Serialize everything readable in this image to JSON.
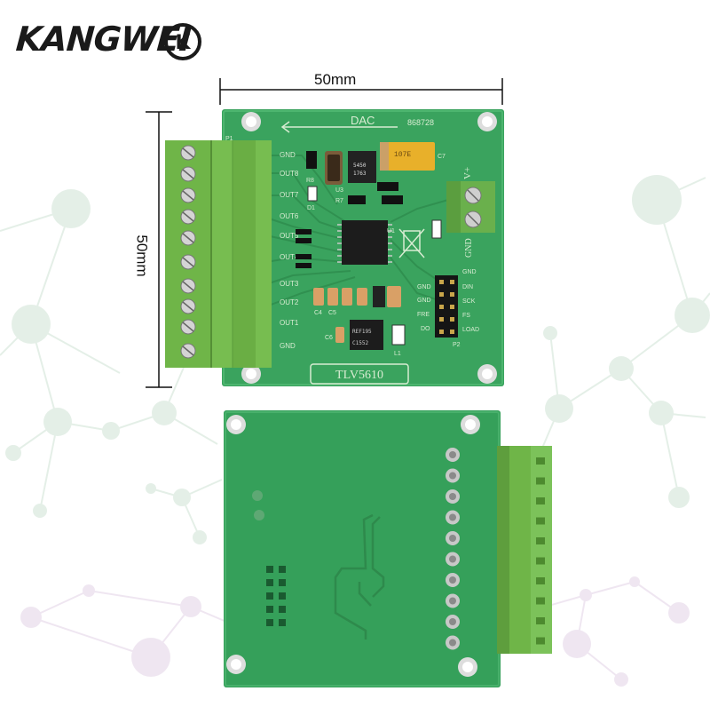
{
  "brand": {
    "name": "KANGWEI",
    "mark": "K"
  },
  "dimensions": {
    "width_label": "50mm",
    "height_label": "50mm"
  },
  "board_front": {
    "label_dac": "DAC",
    "serial": "868728",
    "chip_name": "TLV5610",
    "terminal_labels": [
      "GND",
      "OUT8",
      "OUT7",
      "OUT6",
      "OUT5",
      "OUT4",
      "OUT3",
      "OUT2",
      "OUT1",
      "GND"
    ],
    "power_labels": [
      "V+",
      "GND"
    ],
    "header_labels": [
      "GND",
      "DIN",
      "SCK",
      "FS",
      "LOAD"
    ],
    "header_left_labels": [
      "GND",
      "GND",
      "FRE",
      "DO"
    ],
    "component_labels": {
      "cap_tant": "107E",
      "reg": "5450",
      "reg2": "1763",
      "ref": "REF195",
      "ref2": "C1552",
      "c7": "C7",
      "p1": "P1",
      "p2": "P2",
      "u1": "U1",
      "u3": "U3",
      "r8": "R8",
      "r7": "R7",
      "d1": "D1",
      "c4": "C4",
      "c5": "C5",
      "c6": "C6",
      "l1": "L1"
    }
  },
  "board_back": {
    "pad_count": 10
  }
}
